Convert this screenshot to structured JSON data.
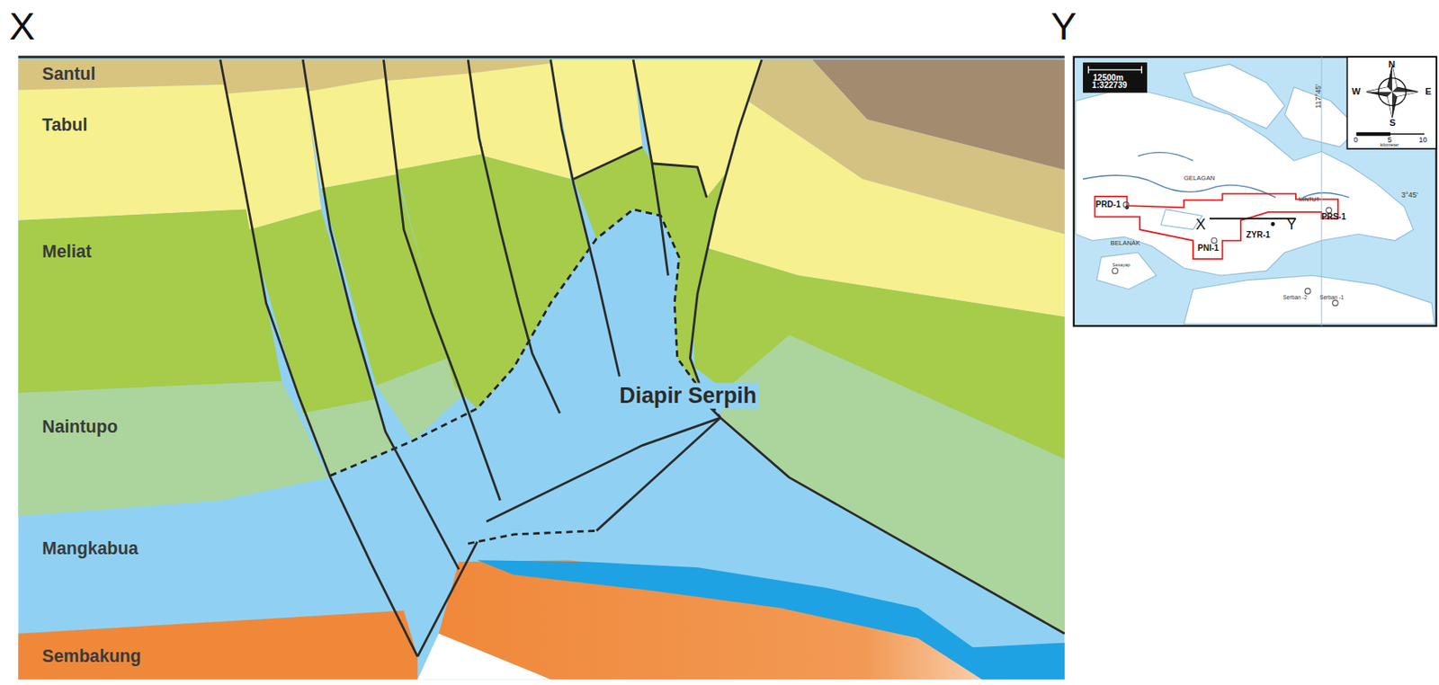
{
  "diagram": {
    "labels": [
      "X",
      "Y",
      "Santul",
      "Tabul",
      "Meliat",
      "Naintupo",
      "Mangkabua",
      "Sembakung",
      "Diapir Serpih",
      "12500m",
      "1:322739",
      "117°45'",
      "N",
      "W",
      "E",
      "S",
      "0",
      "5",
      "10",
      "kilometer",
      "3°45'",
      "GELAGAN",
      "PRD-1",
      "BELANAK",
      "X",
      "PNI-1",
      "ZYR-1",
      "Y",
      "MINTUT",
      "PRS-1",
      "Sesayap",
      "Serban -2",
      "Serban -1"
    ]
  }
}
